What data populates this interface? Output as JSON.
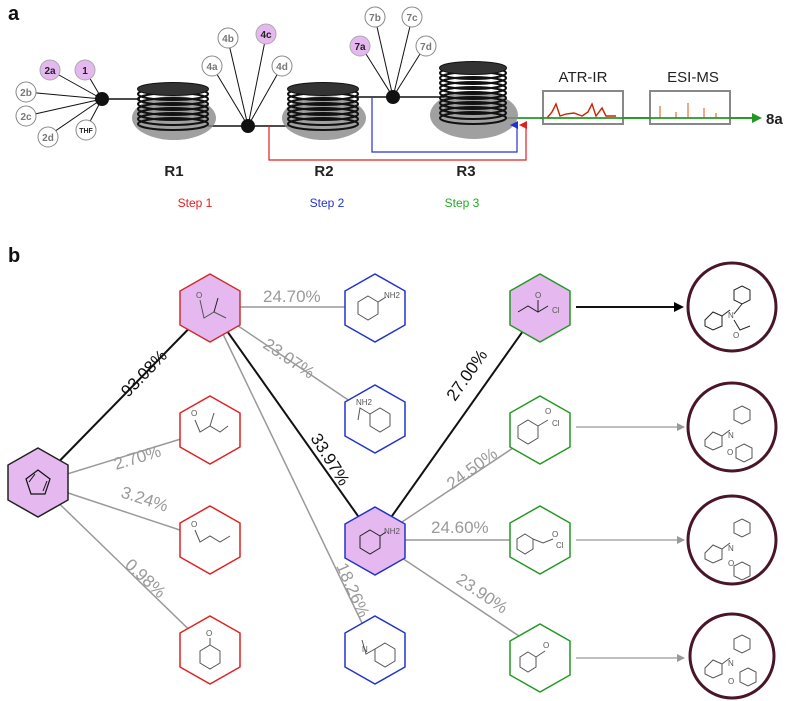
{
  "panel_a": {
    "letter": "a",
    "reactors": [
      "R1",
      "R2",
      "R3"
    ],
    "steps": [
      "Step 1",
      "Step 2",
      "Step 3"
    ],
    "step_colors": [
      "#e02020",
      "#2233cc",
      "#22aa22"
    ],
    "feed_nodes_1": [
      {
        "label": "2a",
        "highlight": true
      },
      {
        "label": "1",
        "highlight": true
      },
      {
        "label": "2b",
        "highlight": false
      },
      {
        "label": "2c",
        "highlight": false
      },
      {
        "label": "2d",
        "highlight": false
      },
      {
        "label": "THF",
        "highlight": false
      }
    ],
    "feed_nodes_2": [
      {
        "label": "4b",
        "highlight": false
      },
      {
        "label": "4c",
        "highlight": true
      },
      {
        "label": "4a",
        "highlight": false
      },
      {
        "label": "4d",
        "highlight": false
      }
    ],
    "feed_nodes_3": [
      {
        "label": "7b",
        "highlight": false
      },
      {
        "label": "7c",
        "highlight": false
      },
      {
        "label": "7a",
        "highlight": true
      },
      {
        "label": "7d",
        "highlight": false
      }
    ],
    "instruments": [
      "ATR-IR",
      "ESI-MS"
    ],
    "product": "8a"
  },
  "panel_b": {
    "letter": "b",
    "edges": {
      "e1": "93.08%",
      "e2": "2.70%",
      "e3": "3.24%",
      "e4": "0.98%",
      "e5": "24.70%",
      "e6": "23.07%",
      "e7": "33.97%",
      "e8": "18.26%",
      "e9": "27.00%",
      "e10": "24.50%",
      "e11": "24.60%",
      "e12": "23.90%"
    },
    "mol_labels": {
      "nh2": "NH2",
      "nh2_b": "NH2",
      "cl": "Cl",
      "o": "O",
      "n": "N"
    }
  }
}
